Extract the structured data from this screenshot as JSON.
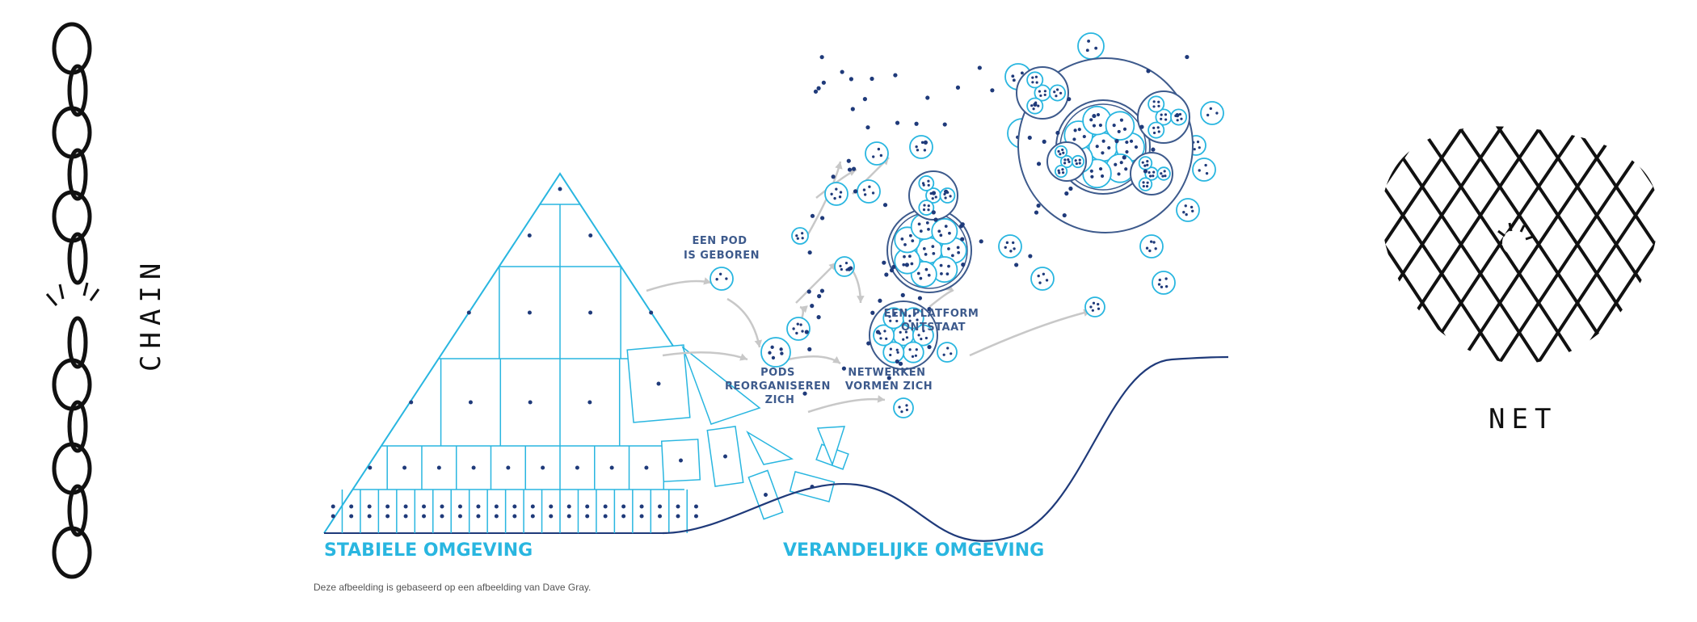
{
  "left_panel": {
    "label": "CHAIN"
  },
  "right_panel": {
    "label": "NET"
  },
  "diagram": {
    "labels": {
      "pod_born": [
        "EEN POD",
        "IS GEBOREN"
      ],
      "pods_reorganize": [
        "PODS",
        "REORGANISEREN",
        "ZICH"
      ],
      "networks_form": [
        "NETWERKEN",
        "VORMEN ZICH"
      ],
      "platform_emerges": [
        "EEN PLATFORM",
        "ONTSTAAT"
      ],
      "stable": "STABIELE OMGEVING",
      "changing": "VERANDELIJKE OMGEVING"
    },
    "caption": "Deze afbeelding is gebaseerd op een afbeelding van Dave Gray."
  },
  "colors": {
    "light_blue": "#29b6e0",
    "dark_blue": "#1f3a7a",
    "arrow_gray": "#c8c8c8"
  }
}
